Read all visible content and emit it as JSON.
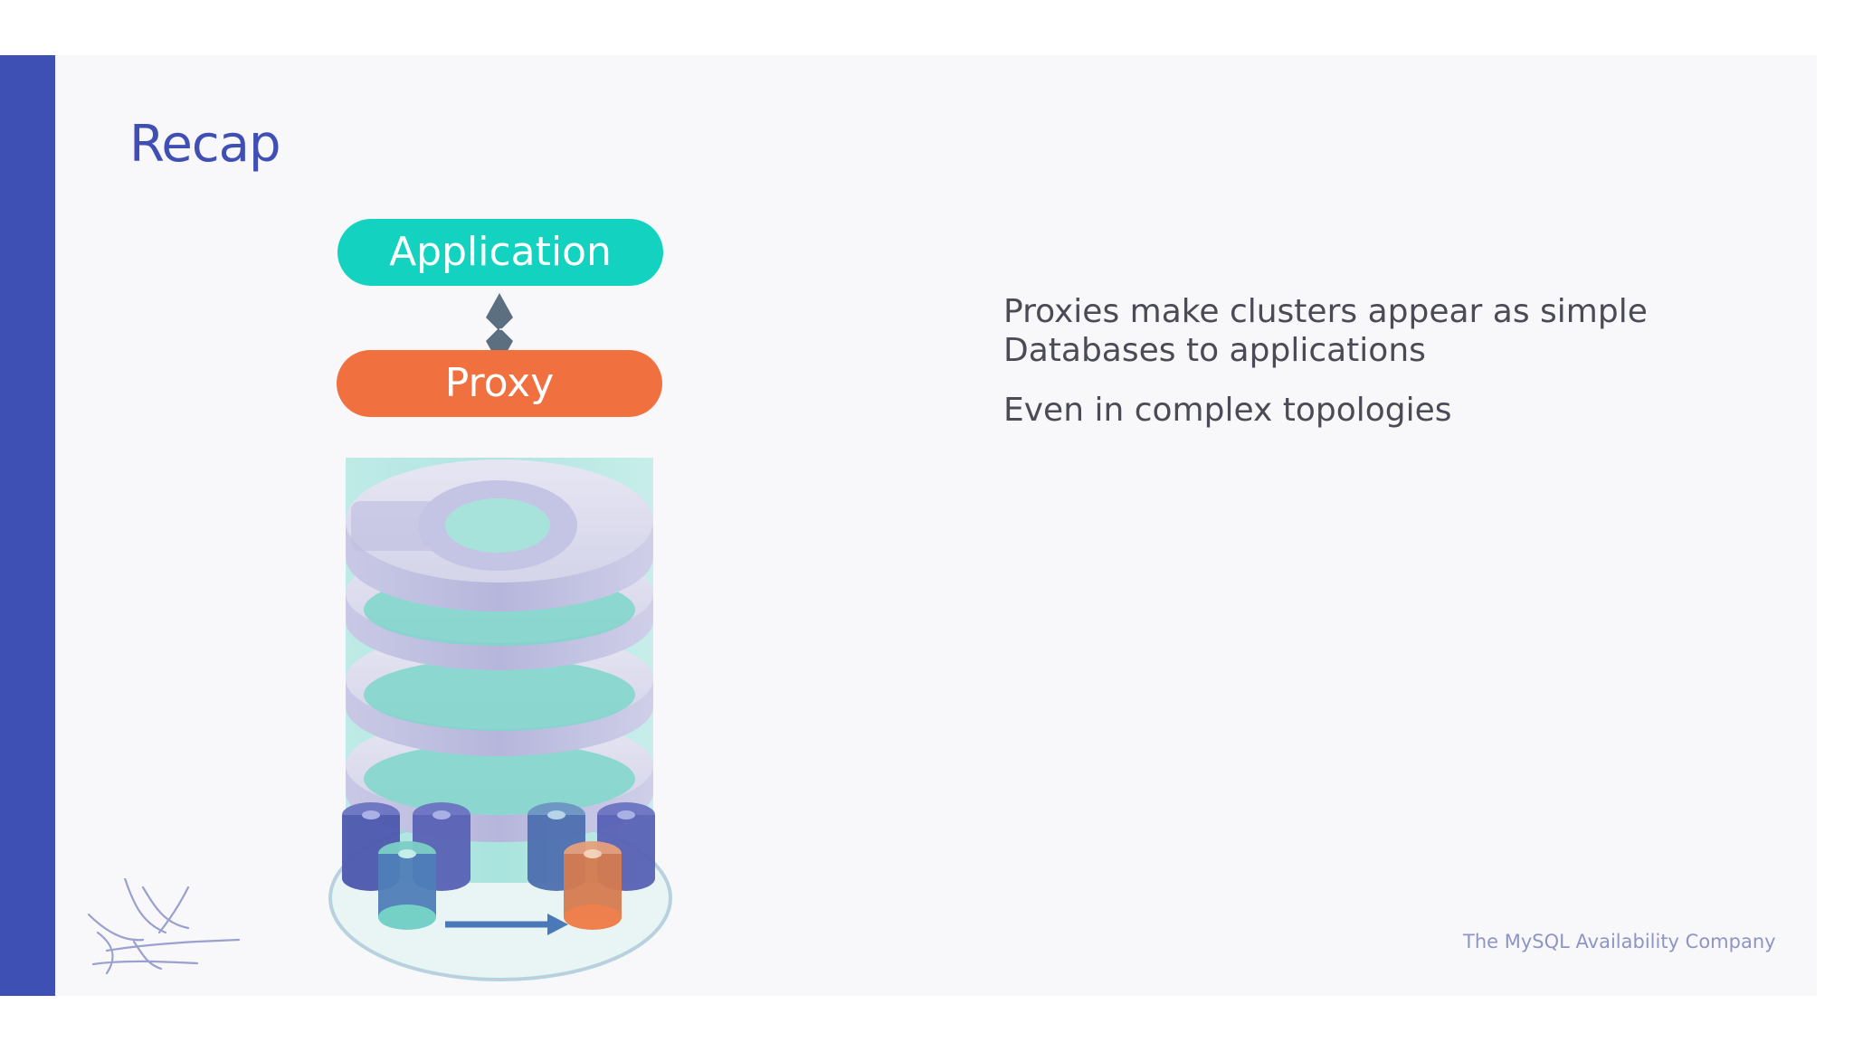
{
  "slide": {
    "title": "Recap",
    "diagram": {
      "application_label": "Application",
      "proxy_label": "Proxy",
      "database_icon": "database-cluster-icon",
      "connector_icon": "double-arrow-icon"
    },
    "bullets": [
      {
        "line1": "Proxies make clusters appear as simple",
        "line2": "Databases to applications"
      },
      {
        "line1": "Even in complex topologies"
      }
    ],
    "footer": "The MySQL Availability Company",
    "logo_icon": "bird-logo-icon",
    "colors": {
      "accent_bar": "#3f50b5",
      "title": "#3f4fb4",
      "application": "#13d3c0",
      "proxy": "#f0713f",
      "body_text": "#4b4b55",
      "footer_text": "#8e94c4"
    }
  }
}
